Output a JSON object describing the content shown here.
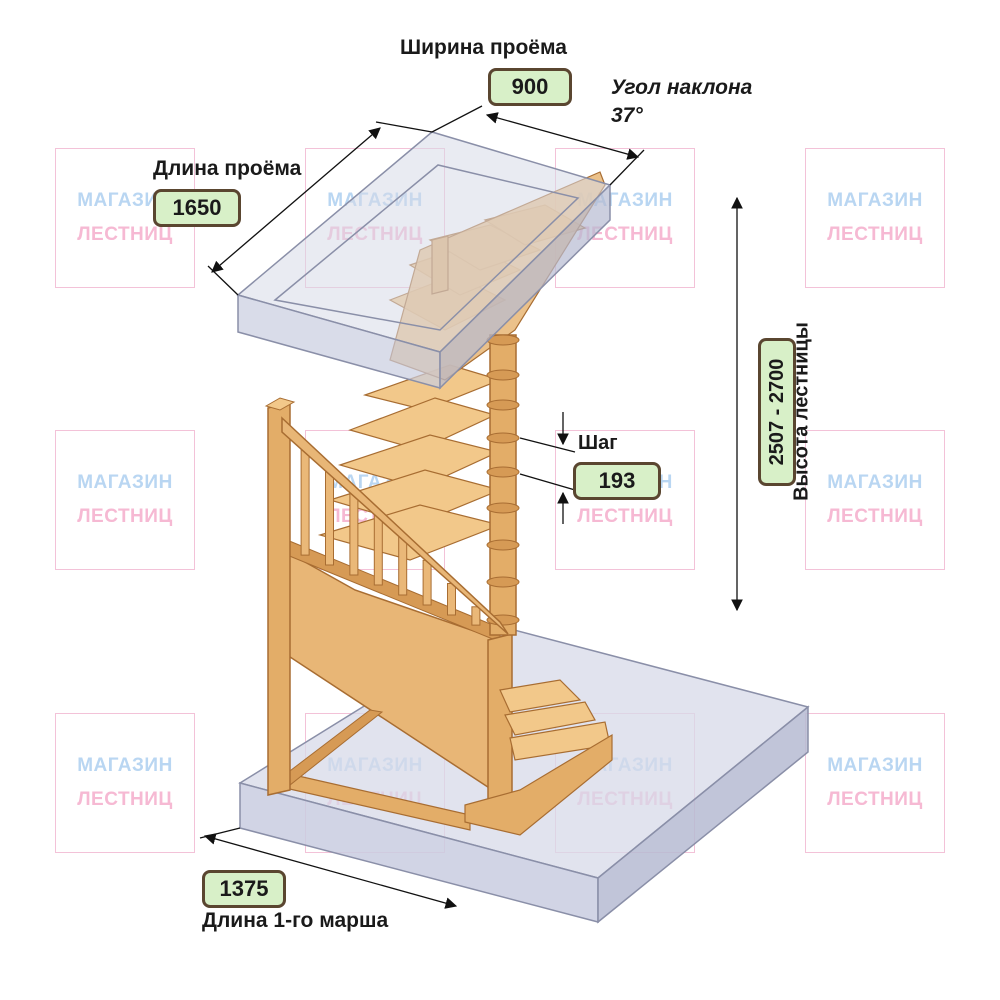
{
  "labels": {
    "opening_width": "Ширина проёма",
    "opening_width_value": "900",
    "slope_angle_title": "Угол наклона",
    "slope_angle_value": "37°",
    "opening_length": "Длина проёма",
    "opening_length_value": "1650",
    "step": "Шаг",
    "step_value": "193",
    "height_value": "2507 - 2700",
    "height_title": "Высота лестницы",
    "first_flight_value": "1375",
    "first_flight": "Длина 1-го марша"
  },
  "watermark": {
    "line1": "МАГАЗИН",
    "line2": "ЛЕСТНИЦ"
  },
  "colors": {
    "wood_light": "#f2c88a",
    "wood_mid": "#e3ad68",
    "wood_dark": "#c98a45",
    "glass_fill": "#c9cde0",
    "glass_edge": "#8a8fa8",
    "badge_fill": "#d8f0c8",
    "badge_border": "#5a4630"
  }
}
